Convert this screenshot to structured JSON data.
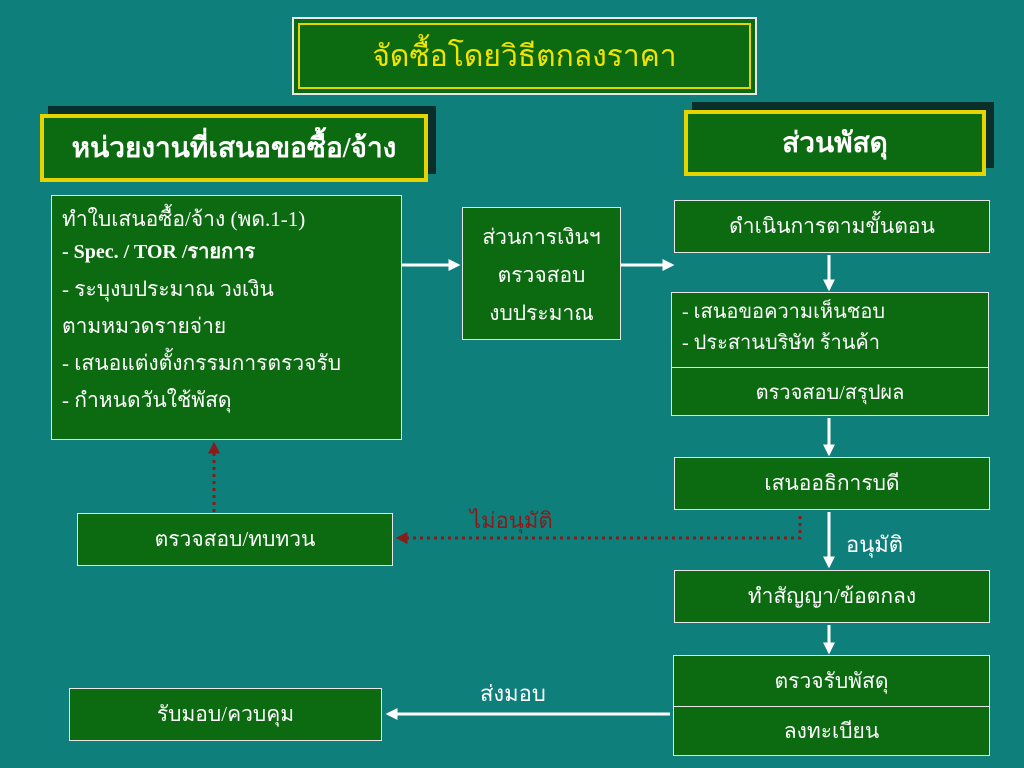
{
  "title": "จัดซื้อโดยวิธีตกลงราคา",
  "left_header": "หน่วยงานที่เสนอขอซื้อ/จ้าง",
  "right_header": "ส่วนพัสดุ",
  "request_box": {
    "lines": [
      "ทำใบเสนอซื้อ/จ้าง (พด.1-1)",
      "-  Spec. / TOR /รายการ",
      "-  ระบุงบประมาณ    วงเงิน",
      "ตามหมวดรายจ่าย",
      "-  เสนอแต่งตั้งกรรมการตรวจรับ",
      "-  กำหนดวันใช้พัสดุ"
    ]
  },
  "finance_box": {
    "lines": [
      "ส่วนการเงินฯ",
      "ตรวจสอบ",
      "งบประมาณ"
    ]
  },
  "steps": {
    "procedure": "ดำเนินการตามขั้นตอน",
    "proposal_line1": "-  เสนอขอความเห็นชอบ",
    "proposal_line2": "-  ประสานบริษัท   ร้านค้า",
    "check_summary": "ตรวจสอบ/สรุปผล",
    "propose_director": "เสนออธิการบดี",
    "contract": "ทำสัญญา/ข้อตกลง",
    "inspect": "ตรวจรับพัสดุ",
    "register": "ลงทะเบียน",
    "review": "ตรวจสอบ/ทบทวน",
    "receive": "รับมอบ/ควบคุม"
  },
  "labels": {
    "not_approved": "ไม่อนุมัติ",
    "approved": "อนุมัติ",
    "deliver": "ส่งมอบ"
  },
  "colors": {
    "background": "#0f7f7c",
    "box_fill": "#0c6a10",
    "title_text": "#f2e400",
    "header_border": "#e6d400",
    "not_approved": "#8b1a1a"
  }
}
